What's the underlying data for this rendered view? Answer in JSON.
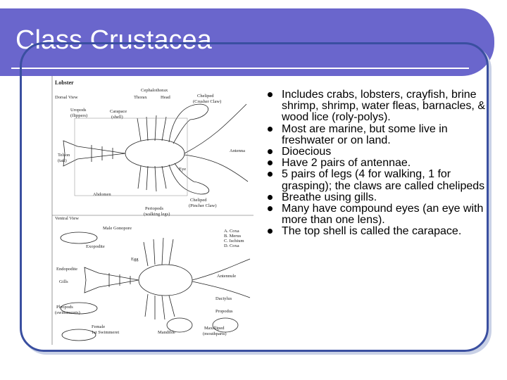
{
  "slide": {
    "title": "Class Crustacea",
    "bullets": [
      "Includes crabs, lobsters, crayfish, brine shrimp, shrimp, water fleas, barnacles, & wood lice (roly-polys).",
      "Most are marine, but some live in freshwater or on land.",
      "Dioecious",
      "Have 2 pairs of antennae.",
      "5 pairs of legs (4 for walking, 1 for grasping); the claws are called chelipeds",
      "Breathe using gills.",
      "Many have compound eyes (an eye with more than one lens).",
      "The top shell is called the carapace."
    ]
  },
  "diagram": {
    "heading": "Lobster",
    "dorsal_title": "Dorsal View",
    "ventral_title": "Ventral View",
    "labels": {
      "cephalothorax": "Cephalothorax",
      "thorax": "Thorax",
      "head": "Head",
      "uropods": "Uropods",
      "flippers": "(flippers)",
      "carapace": "Carapace",
      "shell": "(shell)",
      "cheliped": "Cheliped",
      "crusher_claw": "(Crusher Claw)",
      "telson": "Telson",
      "tail": "(tail)",
      "antenna": "Antenna",
      "eye": "Eye",
      "abdomen": "Abdomen",
      "cheliped2": "Cheliped",
      "pincher_claw": "(Pincher Claw)",
      "periopods": "Periopods",
      "walking_legs": "(walking legs)",
      "gonopore": "Male Gonopore",
      "legend_a": "A. Coxa",
      "legend_b": "B. Merus",
      "legend_c": "C. Ischium",
      "legend_d": "D. Coxa",
      "exopodite": "Exopodite",
      "endopodite": "Endopodite",
      "egg": "Egg",
      "gills": "Gills",
      "antennule": "Antennule",
      "dactylus": "Dactylus",
      "propodus": "Propodus",
      "pleopods": "Pleopods",
      "swimmerets": "(swimmerets)",
      "female": "Female",
      "swimmeret": "1st Swimmeret",
      "mandible": "Mandible",
      "maxilliped": "Maxilliped",
      "mouthparts": "(mouthparts)"
    }
  }
}
